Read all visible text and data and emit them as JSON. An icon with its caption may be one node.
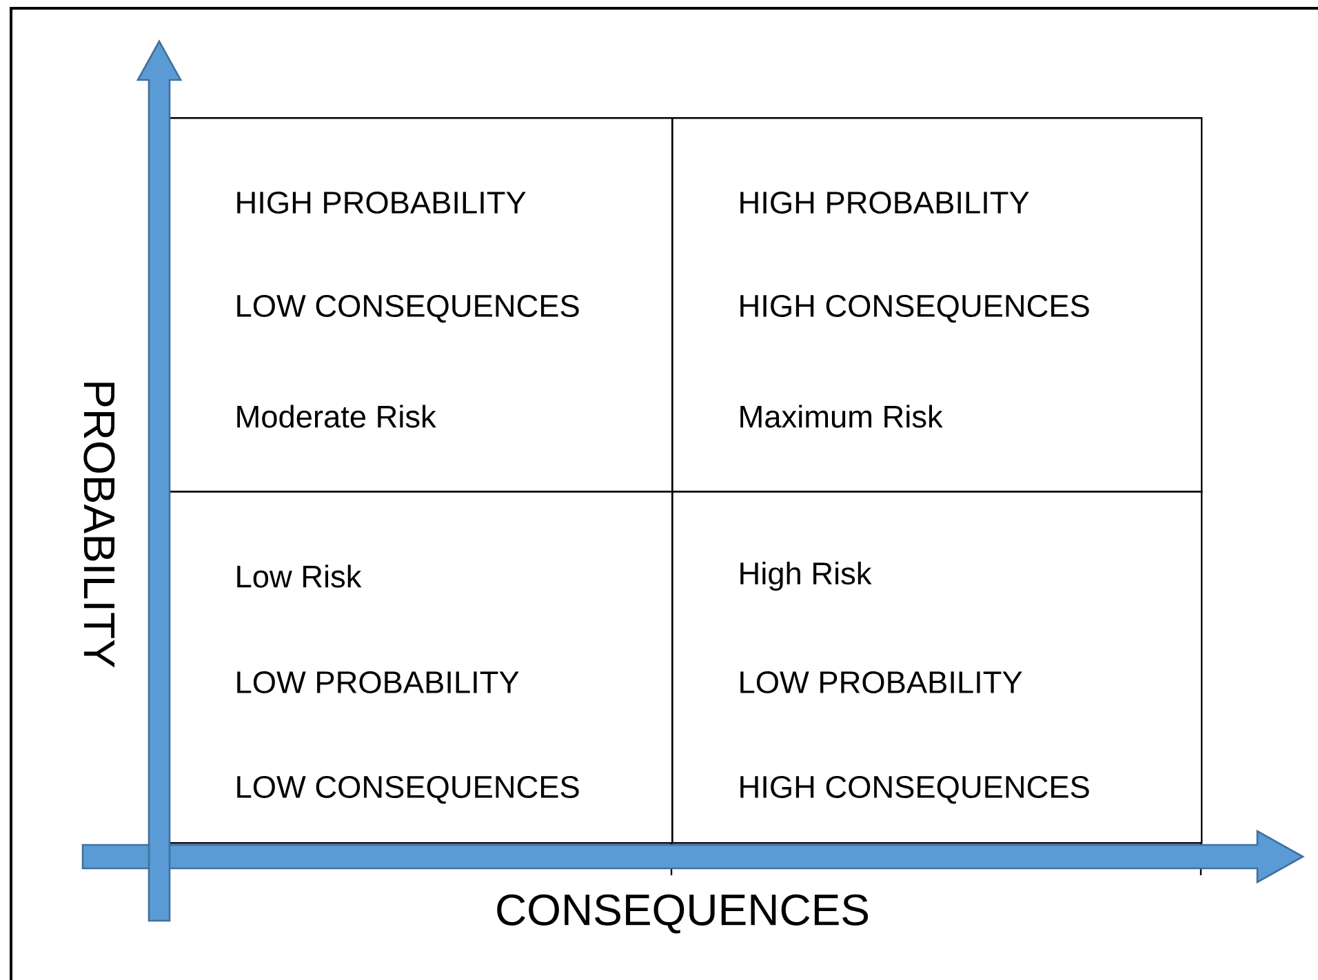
{
  "diagram": {
    "nodes": [
      {
        "text": [
          "HIGH PROBABILITY",
          "LOW CONSEQUENCES",
          "Moderate Risk"
        ]
      },
      {
        "text": [
          "HIGH PROBABILITY",
          "HIGH CONSEQUENCES",
          "Maximum Risk"
        ]
      },
      {
        "text": [
          "Low Risk",
          "LOW PROBABILITY",
          "LOW CONSEQUENCES"
        ]
      },
      {
        "text": [
          "High Risk",
          "LOW PROBABILITY",
          "HIGH CONSEQUENCES"
        ]
      }
    ],
    "labels": [
      "PROBABILITY",
      "CONSEQUENCES"
    ]
  }
}
